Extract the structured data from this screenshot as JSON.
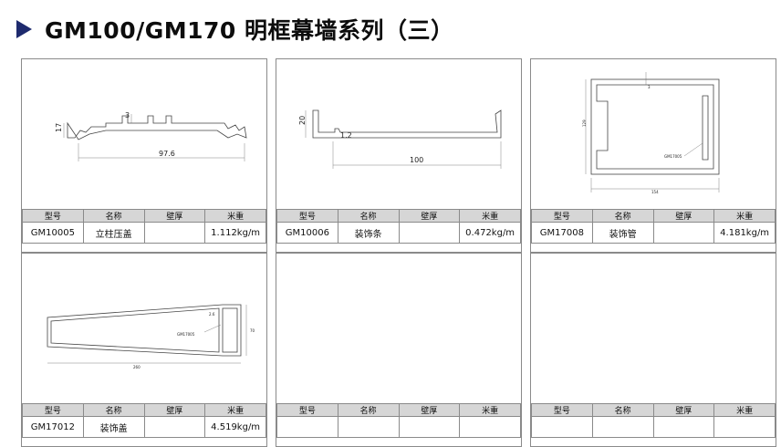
{
  "page": {
    "title": "GM100/GM170 明框幕墙系列（三）",
    "accent_color": "#1e2a6e",
    "icon": "play-triangle-icon"
  },
  "table_headers": [
    "型号",
    "名称",
    "壁厚",
    "米重"
  ],
  "profiles": [
    {
      "model": "GM10005",
      "name": "立柱压盖",
      "thickness": "",
      "weight": "1.112kg/m",
      "dims": {
        "width": "97.6",
        "height": "17",
        "tab": "3"
      }
    },
    {
      "model": "GM10006",
      "name": "装饰条",
      "thickness": "",
      "weight": "0.472kg/m",
      "dims": {
        "width": "100",
        "height": "20",
        "wall": "1.2"
      }
    },
    {
      "model": "GM17008",
      "name": "装饰管",
      "thickness": "",
      "weight": "4.181kg/m",
      "dims": {
        "width": "154",
        "height": "129",
        "wall": "3",
        "ref": "GM17005"
      }
    },
    {
      "model": "GM17012",
      "name": "装饰盖",
      "thickness": "",
      "weight": "4.519kg/m",
      "dims": {
        "width": "260",
        "height": "70",
        "wall": "2.6",
        "ref": "GM17005"
      }
    },
    {
      "model": "",
      "name": "",
      "thickness": "",
      "weight": ""
    },
    {
      "model": "",
      "name": "",
      "thickness": "",
      "weight": ""
    }
  ]
}
